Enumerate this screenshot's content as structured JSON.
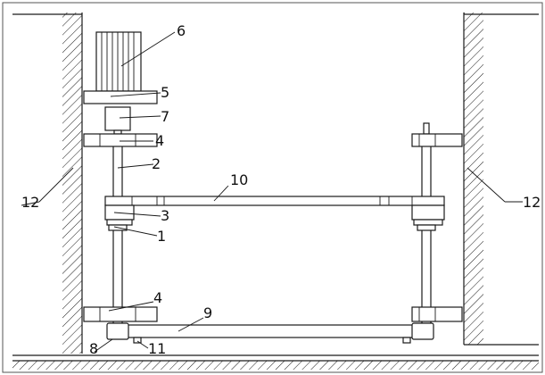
{
  "labels": {
    "motor": "6",
    "motor_mount_plate": "5",
    "coupling": "7",
    "upper_bearing_seat_left": "4",
    "upper_screw_rod": "2",
    "upper_beam": "10",
    "nut_seat": "3",
    "nut": "1",
    "lower_bearing_seat_left": "4",
    "lower_beam": "9",
    "roller": "8",
    "limit_block": "11",
    "left_wall": "12",
    "right_wall": "12"
  },
  "colors": {
    "line": "#1a1a1a",
    "hatch": "#1a1a1a",
    "background": "#ffffff"
  }
}
